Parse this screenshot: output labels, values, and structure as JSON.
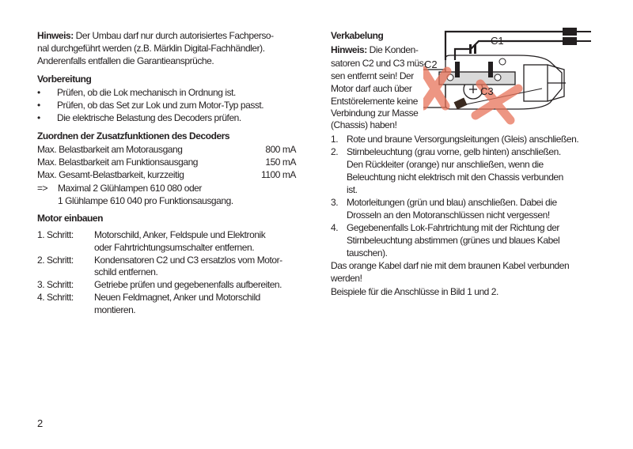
{
  "left": {
    "note_label": "Hinweis:",
    "note_lines": [
      " Der Umbau darf nur durch autorisiertes Fachperso-",
      "nal durchgeführt werden (z.B. Märklin Digital-Fachhändler).",
      "Anderenfalls entfallen die Garantieansprüche."
    ],
    "prep_heading": "Vorbereitung",
    "prep_items": [
      "Prüfen, ob die Lok mechanisch in Ordnung ist.",
      "Prüfen, ob das Set zur Lok und zum Motor-Typ passt.",
      "Die elektrische Belastung des Decoders prüfen."
    ],
    "assign_heading": "Zuordnen der Zusatzfunktionen des Decoders",
    "loads": [
      {
        "label": "Max. Belastbarkeit am Motorausgang",
        "value": "800 mA"
      },
      {
        "label": "Max. Belastbarkeit am Funktionsausgang",
        "value": "150 mA"
      },
      {
        "label": "Max. Gesamt-Belastbarkeit, kurzzeitig",
        "value": "1100 mA"
      }
    ],
    "arrow": "=>",
    "conclusion": [
      "Maximal 2 Glühlampen 610 080 oder",
      "1 Glühlampe 610 040 pro Funktionsausgang."
    ],
    "motor_heading": "Motor einbauen",
    "steps": [
      {
        "label": "1. Schritt:",
        "lines": [
          "Motorschild, Anker, Feldspule und Elektronik",
          "oder Fahrtrichtungsumschalter entfernen."
        ]
      },
      {
        "label": "2. Schritt:",
        "lines": [
          "Kondensatoren C2 und C3 ersatzlos vom Motor-",
          "schild entfernen."
        ]
      },
      {
        "label": "3. Schritt:",
        "lines": [
          "Getriebe prüfen und gegebenenfalls aufbereiten."
        ]
      },
      {
        "label": "4. Schritt:",
        "lines": [
          "Neuen Feldmagnet, Anker und Motorschild",
          "montieren."
        ]
      }
    ],
    "page_number": "2"
  },
  "right": {
    "heading": "Verkabelung",
    "note_label": "Hinweis:",
    "note_lines": [
      " Die Konden-",
      "satoren C2 und C3 müs-",
      "sen entfernt sein! Der",
      "Motor darf auch über",
      "Entstörelemente keine",
      "Verbindung zur Masse",
      "(Chassis) haben!"
    ],
    "diagram_labels": {
      "c1": "C1",
      "c2": "C2",
      "c3": "C3"
    },
    "items": [
      {
        "num": "1.",
        "lines": [
          "Rote und braune Versorgungsleitungen (Gleis) anschließen."
        ]
      },
      {
        "num": "2.",
        "lines": [
          "Stirnbeleuchtung (grau vorne, gelb hinten) anschließen.",
          "Den Rückleiter (orange) nur anschließen, wenn die",
          "Beleuchtung nicht elektrisch mit den Chassis verbunden",
          "ist."
        ]
      },
      {
        "num": "3.",
        "lines": [
          "Motorleitungen (grün und blau) anschließen. Dabei die",
          "Drosseln an den Motoranschlüssen nicht vergessen!"
        ]
      },
      {
        "num": "4.",
        "lines": [
          "Gegebenenfalls Lok-Fahrtrichtung mit der Richtung der",
          "Stirnbeleuchtung abstimmen (grünes und blaues Kabel",
          "tauschen)."
        ]
      }
    ],
    "warning": [
      "Das orange Kabel darf nie mit dem braunen Kabel verbunden",
      "werden!"
    ],
    "examples": "Beispiele für die Anschlüsse in Bild 1 und 2.",
    "cross_color": "#e8735a"
  }
}
